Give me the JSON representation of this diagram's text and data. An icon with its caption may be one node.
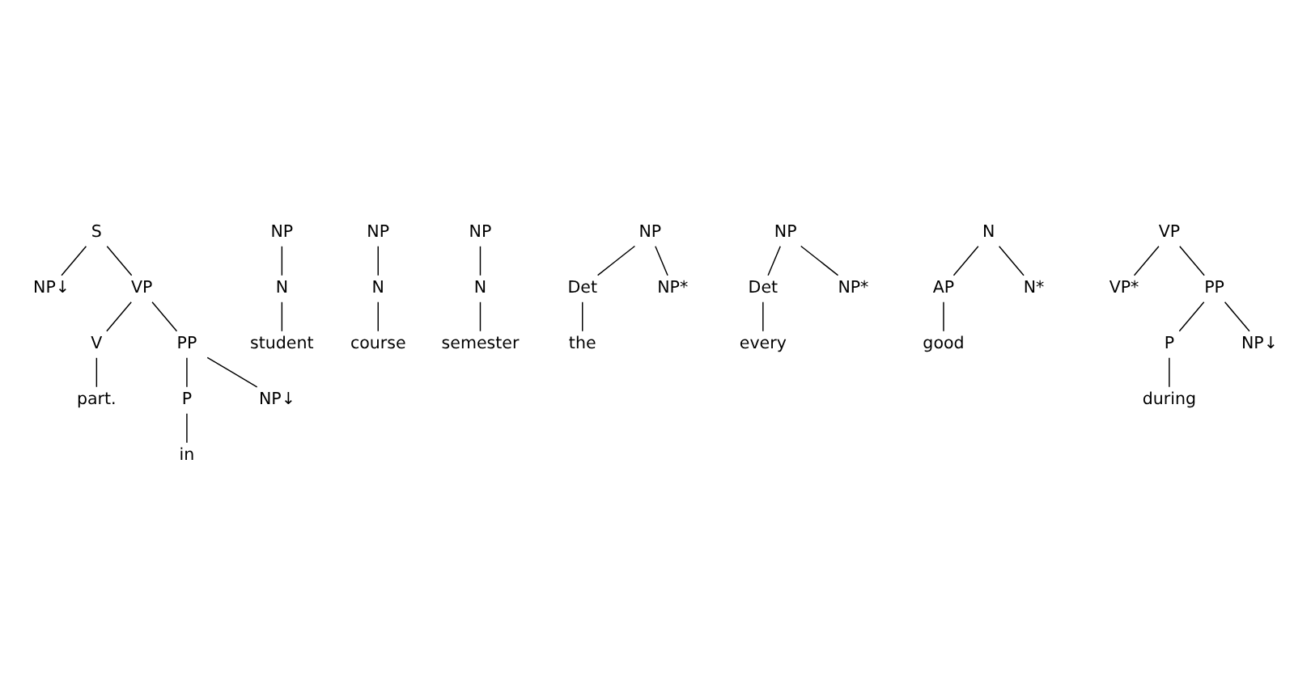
{
  "diagram": {
    "nodes": [
      {
        "text": [
          "S"
        ]
      },
      {
        "text": [
          "NP↓"
        ]
      },
      {
        "text": [
          "VP"
        ]
      },
      {
        "text": [
          "V"
        ]
      },
      {
        "text": [
          "PP"
        ]
      },
      {
        "text": [
          "part."
        ]
      },
      {
        "text": [
          "P"
        ]
      },
      {
        "text": [
          "NP↓"
        ]
      },
      {
        "text": [
          "in"
        ]
      },
      {
        "text": [
          "NP"
        ]
      },
      {
        "text": [
          "N"
        ]
      },
      {
        "text": [
          "student"
        ]
      },
      {
        "text": [
          "NP"
        ]
      },
      {
        "text": [
          "N"
        ]
      },
      {
        "text": [
          "course"
        ]
      },
      {
        "text": [
          "NP"
        ]
      },
      {
        "text": [
          "N"
        ]
      },
      {
        "text": [
          "semester"
        ]
      },
      {
        "text": [
          "NP"
        ]
      },
      {
        "text": [
          "Det"
        ]
      },
      {
        "text": [
          "NP*"
        ]
      },
      {
        "text": [
          "the"
        ]
      },
      {
        "text": [
          "NP"
        ]
      },
      {
        "text": [
          "Det"
        ]
      },
      {
        "text": [
          "NP*"
        ]
      },
      {
        "text": [
          "every"
        ]
      },
      {
        "text": [
          "N"
        ]
      },
      {
        "text": [
          "AP"
        ]
      },
      {
        "text": [
          "N*"
        ]
      },
      {
        "text": [
          "good"
        ]
      },
      {
        "text": [
          "VP"
        ]
      },
      {
        "text": [
          "VP*"
        ]
      },
      {
        "text": [
          "PP"
        ]
      },
      {
        "text": [
          "P"
        ]
      },
      {
        "text": [
          "NP↓"
        ]
      },
      {
        "text": [
          "during"
        ]
      }
    ],
    "edges": [
      {
        "from": 0,
        "to": 1,
        "arrow": "none"
      },
      {
        "from": 0,
        "to": 2,
        "arrow": "none"
      },
      {
        "from": 2,
        "to": 3,
        "arrow": "none"
      },
      {
        "from": 2,
        "to": 4,
        "arrow": "none"
      },
      {
        "from": 3,
        "to": 5,
        "arrow": "none"
      },
      {
        "from": 4,
        "to": 6,
        "arrow": "none"
      },
      {
        "from": 4,
        "to": 7,
        "arrow": "none"
      },
      {
        "from": 6,
        "to": 8,
        "arrow": "none"
      },
      {
        "from": 9,
        "to": 10,
        "arrow": "none"
      },
      {
        "from": 10,
        "to": 11,
        "arrow": "none"
      },
      {
        "from": 12,
        "to": 13,
        "arrow": "none"
      },
      {
        "from": 13,
        "to": 14,
        "arrow": "none"
      },
      {
        "from": 15,
        "to": 16,
        "arrow": "none"
      },
      {
        "from": 16,
        "to": 17,
        "arrow": "none"
      },
      {
        "from": 18,
        "to": 19,
        "arrow": "none"
      },
      {
        "from": 18,
        "to": 20,
        "arrow": "none"
      },
      {
        "from": 19,
        "to": 21,
        "arrow": "none"
      },
      {
        "from": 22,
        "to": 23,
        "arrow": "none"
      },
      {
        "from": 22,
        "to": 24,
        "arrow": "none"
      },
      {
        "from": 23,
        "to": 25,
        "arrow": "none"
      },
      {
        "from": 26,
        "to": 27,
        "arrow": "none"
      },
      {
        "from": 26,
        "to": 28,
        "arrow": "none"
      },
      {
        "from": 27,
        "to": 29,
        "arrow": "none"
      },
      {
        "from": 30,
        "to": 31,
        "arrow": "none"
      },
      {
        "from": 30,
        "to": 32,
        "arrow": "none"
      },
      {
        "from": 32,
        "to": 33,
        "arrow": "none"
      },
      {
        "from": 32,
        "to": 34,
        "arrow": "none"
      },
      {
        "from": 33,
        "to": 35,
        "arrow": "none"
      }
    ]
  }
}
